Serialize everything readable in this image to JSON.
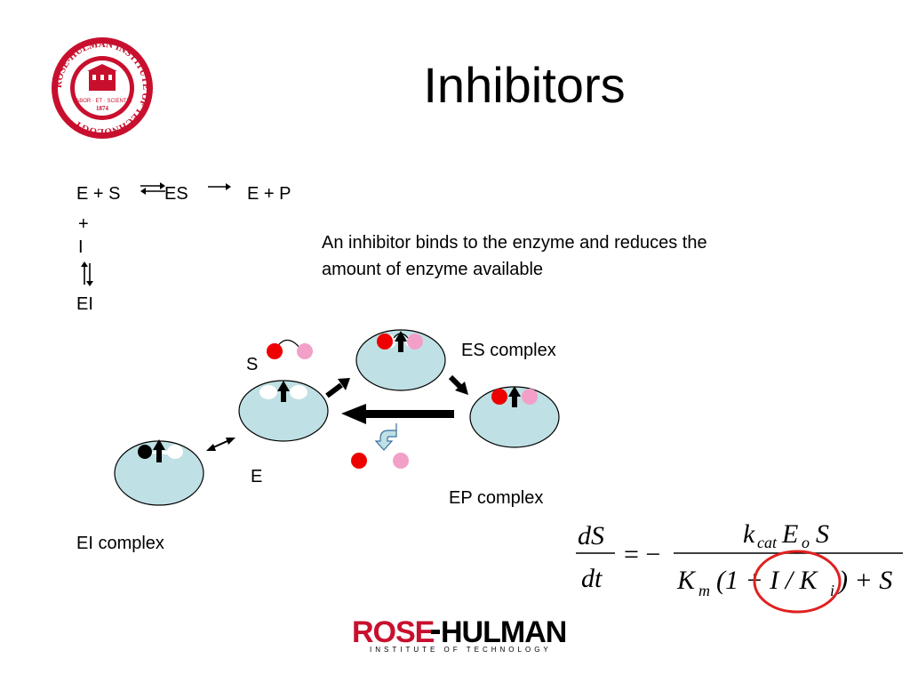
{
  "slide": {
    "title": "Inhibitors",
    "description": "An inhibitor binds to the enzyme and reduces the amount of enzyme available"
  },
  "scheme": {
    "e_plus_s": "E + S",
    "es": "ES",
    "e_plus_p": "E + P",
    "plus": "+",
    "inhibitor": "I",
    "ei": "EI"
  },
  "diagram": {
    "label_s": "S",
    "label_e": "E",
    "es_complex": "ES complex",
    "ep_complex": "EP complex",
    "ei_complex": "EI complex",
    "colors": {
      "enzyme_fill": "#bfe0e4",
      "substrate_red": "#ee0000",
      "substrate_pink": "#f2a0c8",
      "inhibitor_black": "#000000",
      "highlight_circle": "#e02020",
      "logo_red": "#c8102e",
      "arrow_fill": "#bfe0e4"
    }
  },
  "equation": {
    "lhs_num": "dS",
    "lhs_den": "dt",
    "equals": "= −",
    "k_cat_k": "k",
    "k_cat_sub": "cat",
    "e_o_e": "E",
    "e_o_sub": "o",
    "s": "S",
    "k_m_k": "K",
    "k_m_sub": "m",
    "den_mid": "(1 + I / K",
    "k_i_sub": "i",
    "den_end": ") + S"
  },
  "seal": {
    "ring_text": "ROSE-HULMAN INSTITUTE OF TECHNOLOGY",
    "motto": "LABOR · ET · SCIENTIA",
    "year": "1874"
  },
  "footer_logo": {
    "name_left": "ROSE",
    "name_right": "HULMAN",
    "tagline": "INSTITUTE OF TECHNOLOGY"
  }
}
